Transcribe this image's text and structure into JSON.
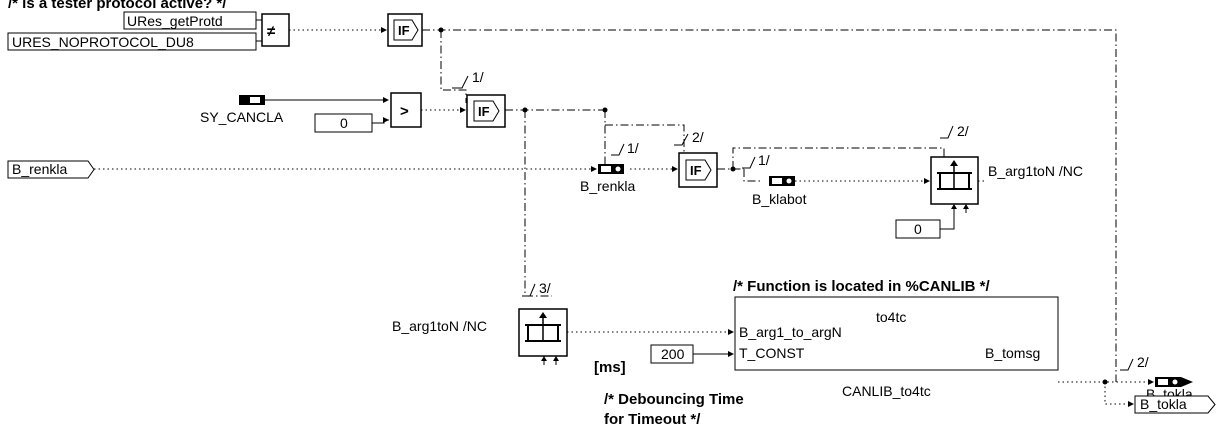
{
  "header_comment": "/* is a tester protocol active? */",
  "inputs": {
    "ures_getprot": "URes_getProtd",
    "ures_noprotocol": "URES_NOPROTOCOL_DU8",
    "sy_cancla": "SY_CANCLA",
    "b_renkla": "B_renkla"
  },
  "constants": {
    "zero_compare": "0",
    "zero_mux": "0",
    "debounce_value": "200"
  },
  "operators": {
    "not_equal": "≠",
    "greater": ">",
    "if_label": "IF"
  },
  "labels": {
    "b_renkla_latch": "B_renkla",
    "b_klabot": "B_klabot",
    "b_arg1ton_nc_right": "B_arg1toN /NC",
    "b_arg1ton_nc_left": "B_arg1toN /NC",
    "ms_unit": "[ms]",
    "debounce_comment_1": "/* Debouncing Time",
    "debounce_comment_2": "for Timeout  */",
    "b_tokla_latch": "B_tokla",
    "b_tokla_out": "B_tokla"
  },
  "sequence_marks": {
    "s1_a": "1/",
    "s1_b": "1/",
    "s2_a": "2/",
    "s1_c": "1/",
    "s2_b": "2/",
    "s3": "3/",
    "s2_c": "2/"
  },
  "function_block": {
    "comment": "/* Function is located in %CANLIB */",
    "name": "to4tc",
    "port_in_1": "B_arg1_to_argN",
    "port_in_2": "T_CONST",
    "port_out": "B_tomsg",
    "instance": "CANLIB_to4tc"
  }
}
